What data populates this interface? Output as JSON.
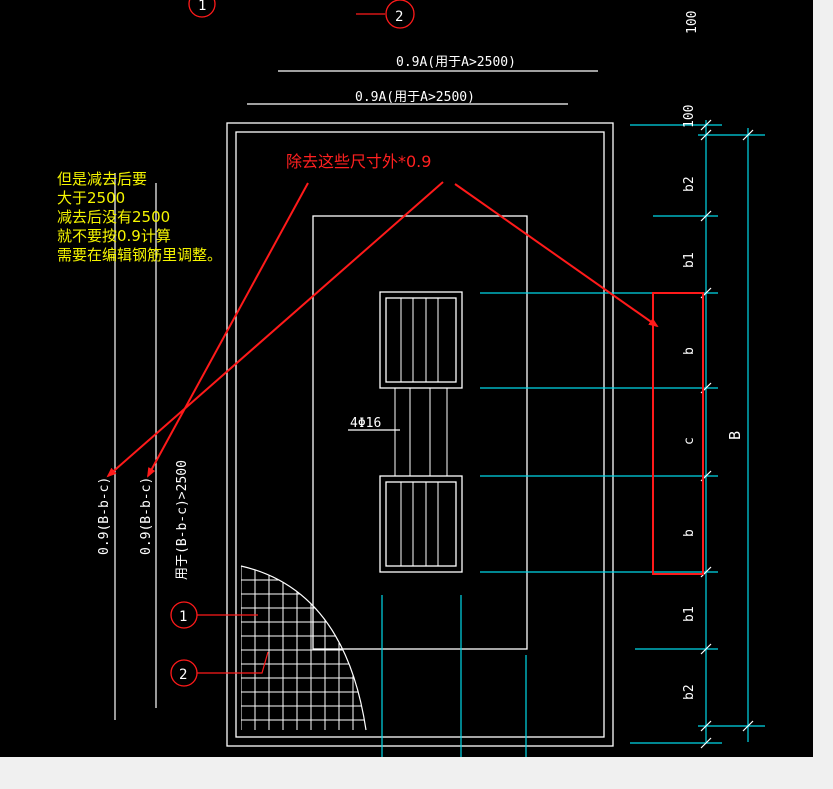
{
  "drawing": {
    "top_dim_1": "0.9A(用于A>2500)",
    "top_dim_2": "0.9A(用于A>2500)",
    "left_dim_1": "0.9(B-b-c)",
    "left_dim_2": "0.9(B-b-c)",
    "left_dim_3": "用于(B-b-c)>2500",
    "rebar_label": "4Φ16",
    "callout_1": "1",
    "callout_2": "2",
    "callout_top_1": "1",
    "callout_top_2": "2",
    "right_top_dim": "100",
    "right_dims": [
      "100",
      "b2",
      "b1",
      "b",
      "c",
      "b",
      "b1",
      "b2"
    ],
    "right_overall": "B"
  },
  "annotations": {
    "yellow_note_lines": [
      "但是减去后要",
      "大于2500",
      "减去后没有2500",
      "就不要按0.9计算",
      "需要在编辑钢筋里调整。"
    ],
    "red_note": "除去这些尺寸外*0.9"
  },
  "colors": {
    "background": "#000000",
    "frame": "#f0f0f0",
    "line_white": "#ffffff",
    "dim_cyan": "#00d8e8",
    "annotation_red": "#ff1a1a",
    "note_yellow": "#f5f500"
  }
}
